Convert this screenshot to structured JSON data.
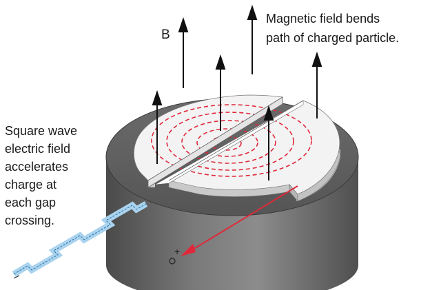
{
  "labels": {
    "b_field": "B",
    "magnetic_note": [
      "Magnetic field bends",
      "path of charged particle."
    ],
    "square_wave_note": [
      "Square wave",
      "electric field",
      "accelerates",
      "charge at",
      "each gap",
      "crossing."
    ],
    "exit_particle_sign": "+"
  },
  "colors": {
    "cylinder_dark": "#575757",
    "cylinder_light": "#8a8a8a",
    "dee_top": "#f2f2f2",
    "dee_side": "#c8c8c8",
    "spiral": "#e0283a",
    "beam": "#e0283a",
    "wave_fill": "#a9d3ef",
    "wave_stroke": "#2f6f9a",
    "arrow": "#111111"
  },
  "icons": {
    "field_arrow": "up-arrow-icon",
    "beam_arrow": "red-arrow-icon"
  }
}
